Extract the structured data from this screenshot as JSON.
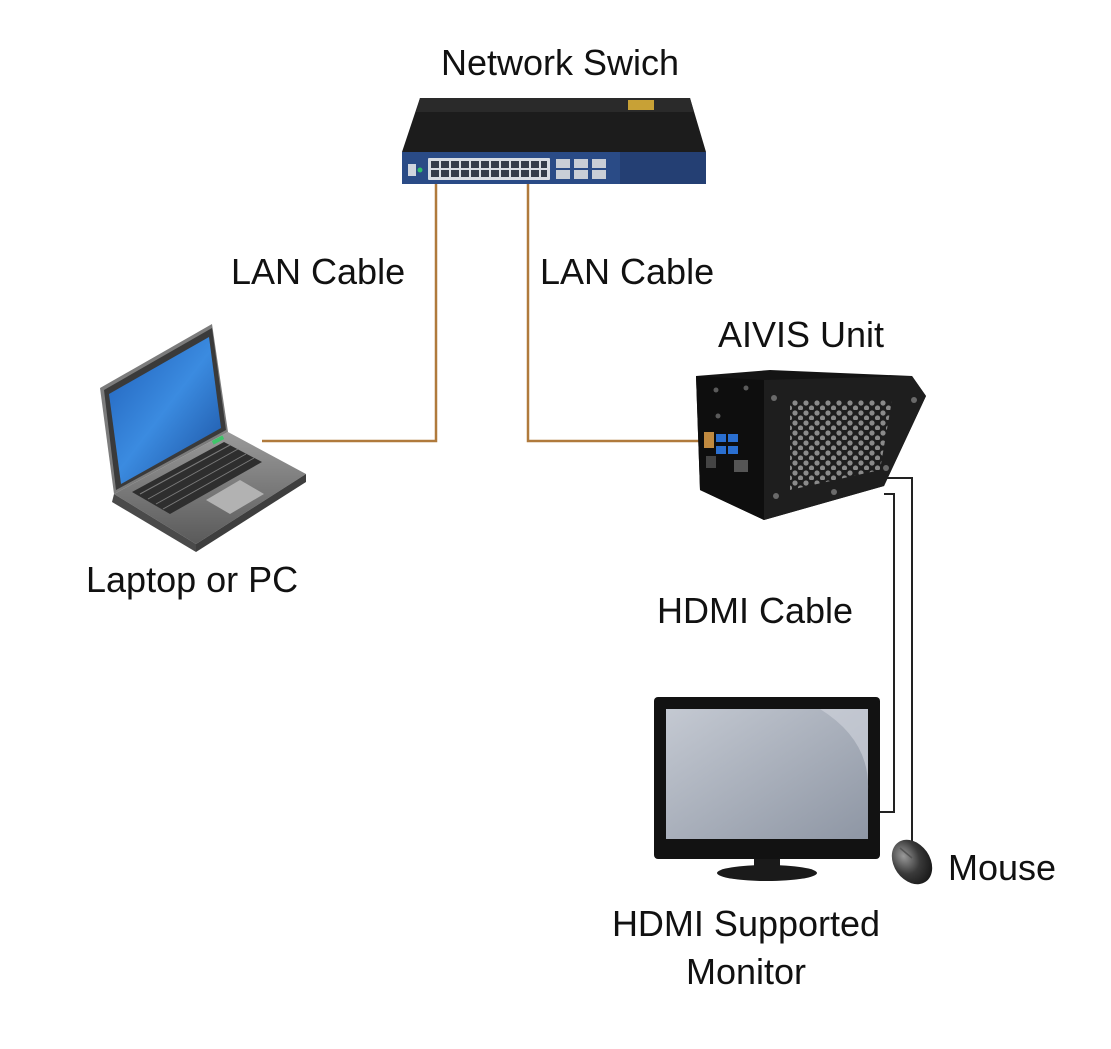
{
  "nodes": {
    "switch": {
      "label": "Network Swich",
      "icon": "network-switch-icon"
    },
    "laptop": {
      "label": "Laptop or PC",
      "icon": "laptop-icon"
    },
    "aivis": {
      "label": "AIVIS Unit",
      "icon": "aivis-unit-icon"
    },
    "monitor": {
      "label_line1": "HDMI Supported",
      "label_line2": "Monitor",
      "icon": "monitor-icon"
    },
    "mouse": {
      "label": "Mouse",
      "icon": "mouse-icon"
    }
  },
  "edges": {
    "lan_left": {
      "label": "LAN Cable"
    },
    "lan_right": {
      "label": "LAN Cable"
    },
    "hdmi": {
      "label": "HDMI Cable"
    }
  },
  "colors": {
    "lan_cable": "#b07a3c",
    "hdmi_cable": "#222222",
    "screen_blue": "#2a78d2",
    "monitor_screen": "#a9b0bc",
    "switch_body": "#1c1c1c",
    "switch_front": "#2a4b86",
    "switch_sticker": "#c8a136"
  }
}
